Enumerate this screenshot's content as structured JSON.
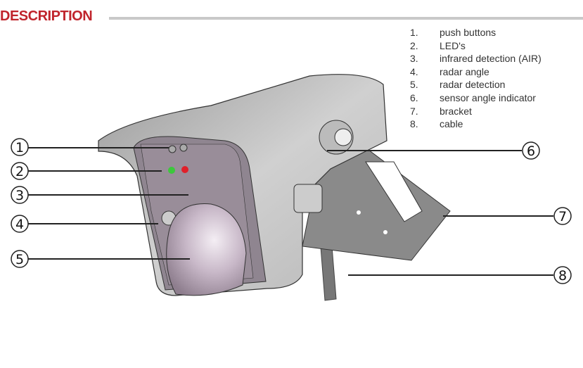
{
  "heading": "DESCRIPTION",
  "legend": [
    {
      "num": "1.",
      "label": "push buttons"
    },
    {
      "num": "2.",
      "label": "LED's"
    },
    {
      "num": "3.",
      "label": "infrared detection (AIR)"
    },
    {
      "num": "4.",
      "label": "radar angle"
    },
    {
      "num": "5.",
      "label": "radar detection"
    },
    {
      "num": "6.",
      "label": "sensor angle indicator"
    },
    {
      "num": "7.",
      "label": "bracket"
    },
    {
      "num": "8.",
      "label": "cable"
    }
  ],
  "callouts": [
    "1",
    "2",
    "3",
    "4",
    "5",
    "6",
    "7",
    "8"
  ],
  "colors": {
    "heading": "#c0242c",
    "led_green": "#3cc83c",
    "led_red": "#e0202a"
  }
}
